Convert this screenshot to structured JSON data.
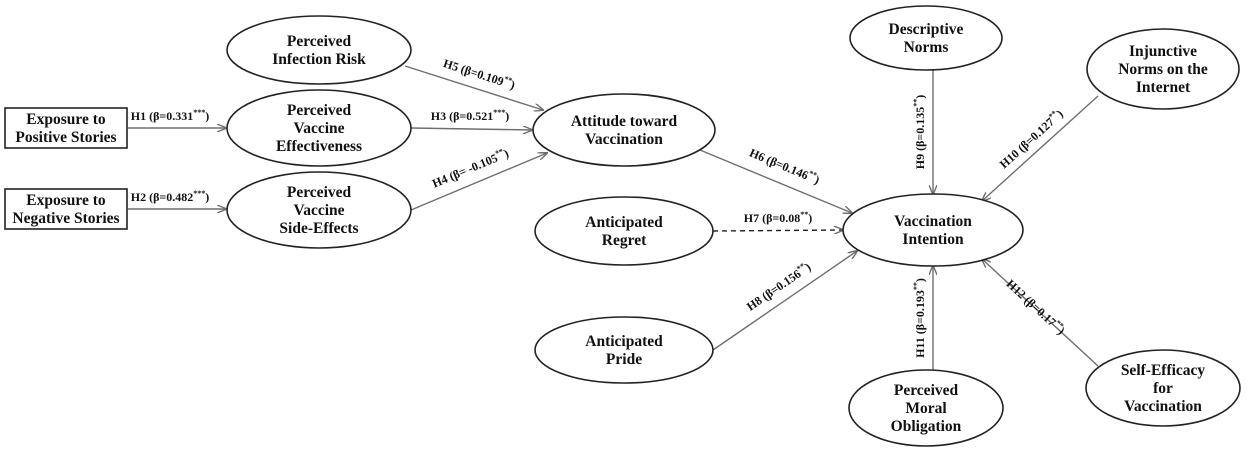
{
  "nodes": {
    "positive_stories": [
      "Exposure to",
      "Positive Stories"
    ],
    "negative_stories": [
      "Exposure to",
      "Negative Stories"
    ],
    "infection_risk": [
      "Perceived",
      "Infection Risk"
    ],
    "vaccine_effectiveness": [
      "Perceived",
      "Vaccine",
      "Effectiveness"
    ],
    "vaccine_side_effects": [
      "Perceived",
      "Vaccine",
      "Side-Effects"
    ],
    "attitude": [
      "Attitude toward",
      "Vaccination"
    ],
    "anticipated_regret": [
      "Anticipated",
      "Regret"
    ],
    "anticipated_pride": [
      "Anticipated",
      "Pride"
    ],
    "descriptive_norms": [
      "Descriptive",
      "Norms"
    ],
    "injunctive_norms": [
      "Injunctive",
      "Norms on the",
      "Internet"
    ],
    "vaccination_intention": [
      "Vaccination",
      "Intention"
    ],
    "moral_obligation": [
      "Perceived",
      "Moral",
      "Obligation"
    ],
    "self_efficacy": [
      "Self-Efficacy",
      "for",
      "Vaccination"
    ]
  },
  "edges": [
    {
      "id": "h1",
      "from": "positive_stories",
      "to": "vaccine_effectiveness",
      "label": "H1 (β=0.331",
      "sig": "***",
      "close": ")",
      "style": "solid"
    },
    {
      "id": "h2",
      "from": "negative_stories",
      "to": "vaccine_side_effects",
      "label": "H2 (β=0.482",
      "sig": "***",
      "close": ")",
      "style": "solid"
    },
    {
      "id": "h3",
      "from": "vaccine_effectiveness",
      "to": "attitude",
      "label": "H3 (β=0.521",
      "sig": "***",
      "close": ")",
      "style": "solid"
    },
    {
      "id": "h4",
      "from": "vaccine_side_effects",
      "to": "attitude",
      "label": "H4 (β= -0.105",
      "sig": "**",
      "close": ")",
      "style": "solid"
    },
    {
      "id": "h5",
      "from": "infection_risk",
      "to": "attitude",
      "label": "H5 (β=0.109",
      "sig": "**",
      "close": ")",
      "style": "solid"
    },
    {
      "id": "h6",
      "from": "attitude",
      "to": "vaccination_intention",
      "label": "H6 (β=0.146",
      "sig": "**",
      "close": ")",
      "style": "solid"
    },
    {
      "id": "h7",
      "from": "anticipated_regret",
      "to": "vaccination_intention",
      "label": "H7 (β=0.08",
      "sig": "**",
      "close": ")",
      "style": "dashed"
    },
    {
      "id": "h8",
      "from": "anticipated_pride",
      "to": "vaccination_intention",
      "label": "H8 (β=0.156",
      "sig": "**",
      "close": ")",
      "style": "solid"
    },
    {
      "id": "h9",
      "from": "descriptive_norms",
      "to": "vaccination_intention",
      "label": "H9 (β=0.135",
      "sig": "**",
      "close": ")",
      "style": "solid"
    },
    {
      "id": "h10",
      "from": "injunctive_norms",
      "to": "vaccination_intention",
      "label": "H10 (β=0.127",
      "sig": "**",
      "close": ")",
      "style": "solid"
    },
    {
      "id": "h11",
      "from": "moral_obligation",
      "to": "vaccination_intention",
      "label": "H11 (β=0.193",
      "sig": "**",
      "close": ")",
      "style": "solid"
    },
    {
      "id": "h12",
      "from": "self_efficacy",
      "to": "vaccination_intention",
      "label": "H12 (β=0.17",
      "sig": "**",
      "close": ")",
      "style": "solid"
    }
  ]
}
